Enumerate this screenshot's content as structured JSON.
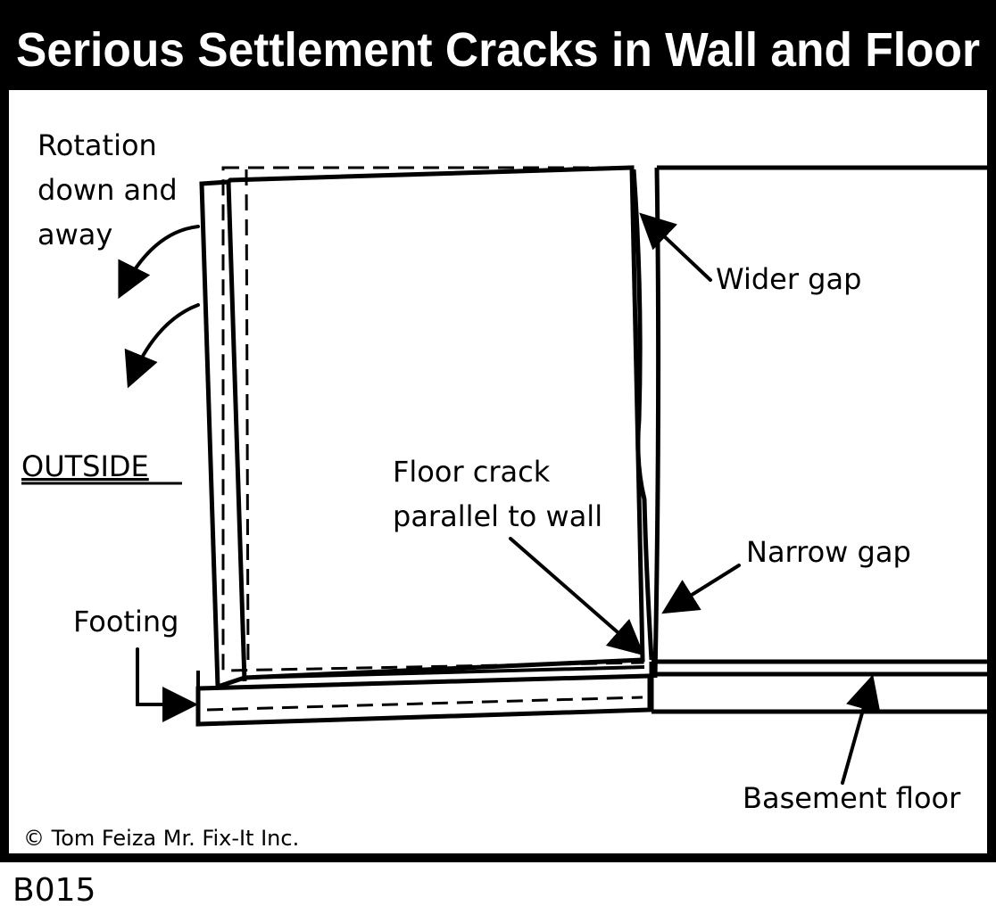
{
  "title": "Serious Settlement Cracks in Wall and Floor",
  "labels": {
    "rotation_line1": "Rotation",
    "rotation_line2": "down and",
    "rotation_line3": "away",
    "outside": "OUTSIDE",
    "footing": "Footing",
    "floor_crack_line1": "Floor crack",
    "floor_crack_line2": "parallel to wall",
    "wider_gap": "Wider  gap",
    "narrow_gap": "Narrow  gap",
    "basement_floor": "Basement  floor",
    "copyright": "© Tom Feiza Mr. Fix-It Inc.",
    "code": "B015"
  },
  "colors": {
    "ink": "#000000",
    "paper": "#ffffff",
    "title_text": "#ffffff"
  }
}
